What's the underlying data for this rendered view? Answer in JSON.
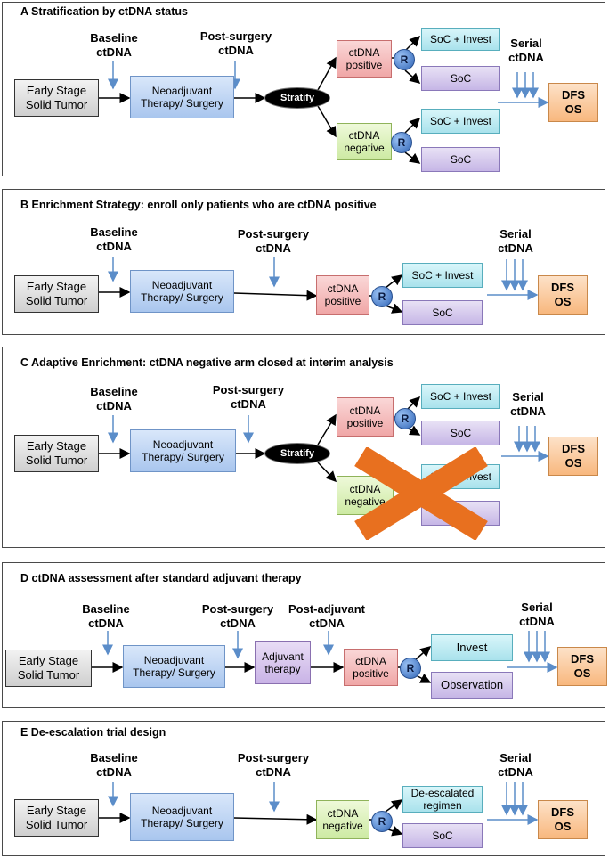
{
  "panels": {
    "a": {
      "title": "A  Stratification by ctDNA status",
      "baseline": "Baseline\nctDNA",
      "post_surgery": "Post-surgery\nctDNA",
      "serial": "Serial\nctDNA",
      "tumor": "Early Stage\nSolid Tumor",
      "neo": "Neoadjuvant\nTherapy/ Surgery",
      "stratify": "Stratify",
      "positive": "ctDNA\npositive",
      "negative": "ctDNA\nnegative",
      "r": "R",
      "soc_invest_1": "SoC + Invest",
      "soc_1": "SoC",
      "soc_invest_2": "SoC + Invest",
      "soc_2": "SoC",
      "dfs": "DFS\nOS"
    },
    "b": {
      "title": "B  Enrichment Strategy: enroll only patients who are ctDNA positive",
      "baseline": "Baseline\nctDNA",
      "post_surgery": "Post-surgery\nctDNA",
      "serial": "Serial\nctDNA",
      "tumor": "Early Stage\nSolid Tumor",
      "neo": "Neoadjuvant\nTherapy/ Surgery",
      "positive": "ctDNA\npositive",
      "r": "R",
      "soc_invest": "SoC + Invest",
      "soc": "SoC",
      "dfs": "DFS\nOS"
    },
    "c": {
      "title": "C  Adaptive Enrichment: ctDNA negative arm closed at interim analysis",
      "baseline": "Baseline\nctDNA",
      "post_surgery": "Post-surgery\nctDNA",
      "serial": "Serial\nctDNA",
      "tumor": "Early Stage\nSolid Tumor",
      "neo": "Neoadjuvant\nTherapy/ Surgery",
      "stratify": "Stratify",
      "positive": "ctDNA\npositive",
      "negative": "ctDNA\nnegative",
      "r": "R",
      "soc_invest_1": "SoC + Invest",
      "soc_1": "SoC",
      "soc_invest_2": "SoC + Invest",
      "dfs": "DFS\nOS"
    },
    "d": {
      "title": "D  ctDNA assessment after standard adjuvant therapy",
      "baseline": "Baseline\nctDNA",
      "post_surgery": "Post-surgery\nctDNA",
      "post_adjuvant": "Post-adjuvant\nctDNA",
      "serial": "Serial\nctDNA",
      "tumor": "Early Stage\nSolid Tumor",
      "neo": "Neoadjuvant\nTherapy/  Surgery",
      "adjuvant": "Adjuvant\ntherapy",
      "positive": "ctDNA\npositive",
      "r": "R",
      "invest": "Invest",
      "observation": "Observation",
      "dfs": "DFS\nOS"
    },
    "e": {
      "title": "E  De-escalation trial design",
      "baseline": "Baseline\nctDNA",
      "post_surgery": "Post-surgery\nctDNA",
      "serial": "Serial\nctDNA",
      "tumor": "Early Stage\nSolid Tumor",
      "neo": "Neoadjuvant\nTherapy/ Surgery",
      "negative": "ctDNA\nnegative",
      "r": "R",
      "deescalated": "De-escalated\nregimen",
      "soc": "SoC",
      "dfs": "DFS\nOS"
    }
  },
  "colors": {
    "arrow_blue": "#5b8dc9",
    "cross_orange": "#e8701f"
  }
}
